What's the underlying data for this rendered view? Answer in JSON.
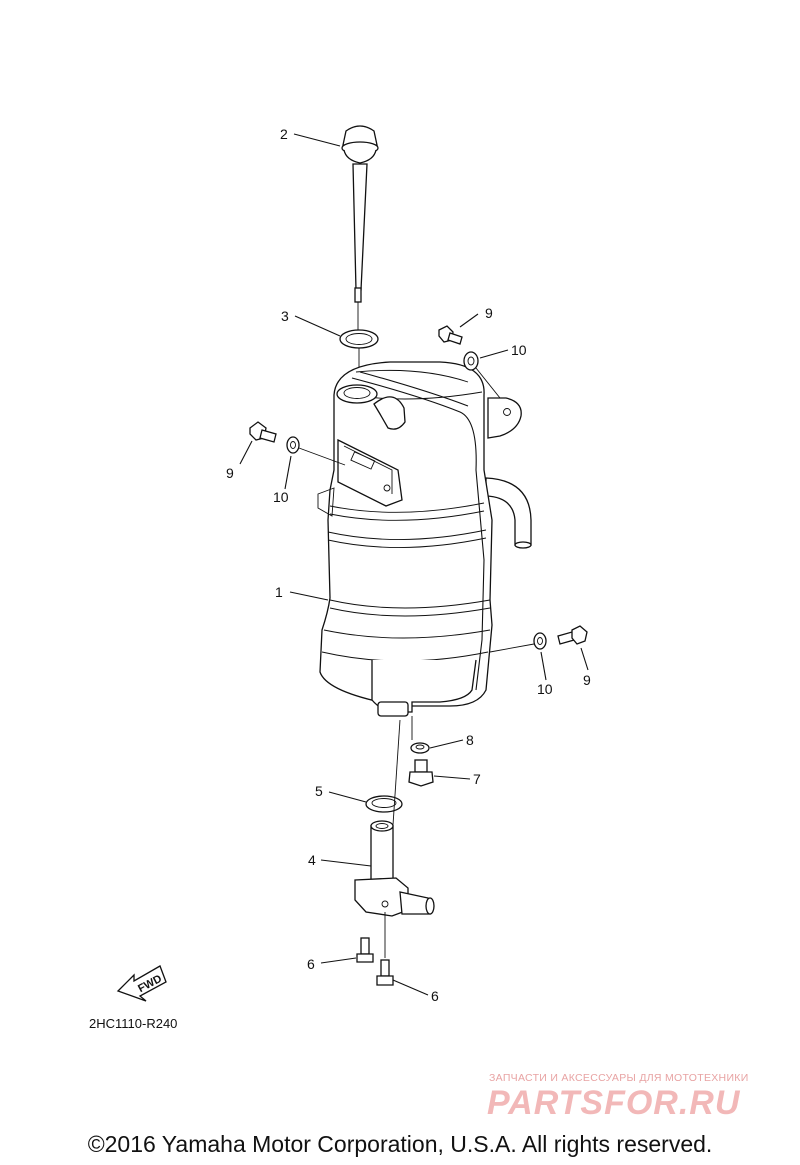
{
  "callouts": [
    "1",
    "2",
    "3",
    "4",
    "5",
    "6",
    "7",
    "8",
    "9",
    "10"
  ],
  "fwd_label": "FWD",
  "diagram_code": "2HC1110-R240",
  "watermark": {
    "small_text": "ЗАПЧАСТИ И АКСЕССУАРЫ ДЛЯ МОТОТЕХНИКИ",
    "brand_text": "PARTSFOR.RU"
  },
  "copyright": "©2016 Yamaha Motor Corporation, U.S.A. All rights reserved."
}
